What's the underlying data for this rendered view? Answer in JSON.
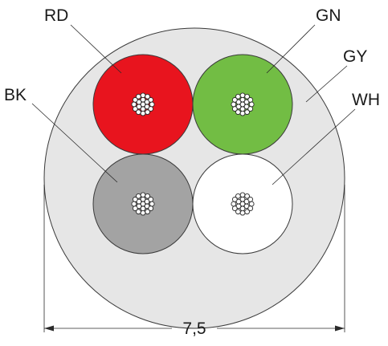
{
  "cable": {
    "sheath": {
      "code": "GY",
      "color": "#e6e6e6"
    },
    "cores": [
      {
        "code": "RD",
        "color": "#e8141e"
      },
      {
        "code": "GN",
        "color": "#72bd44"
      },
      {
        "code": "BK",
        "color": "#a3a3a3"
      },
      {
        "code": "WH",
        "color": "#ffffff"
      }
    ],
    "strand_color": "#ffffff"
  },
  "dimension": {
    "value": "7,5"
  }
}
